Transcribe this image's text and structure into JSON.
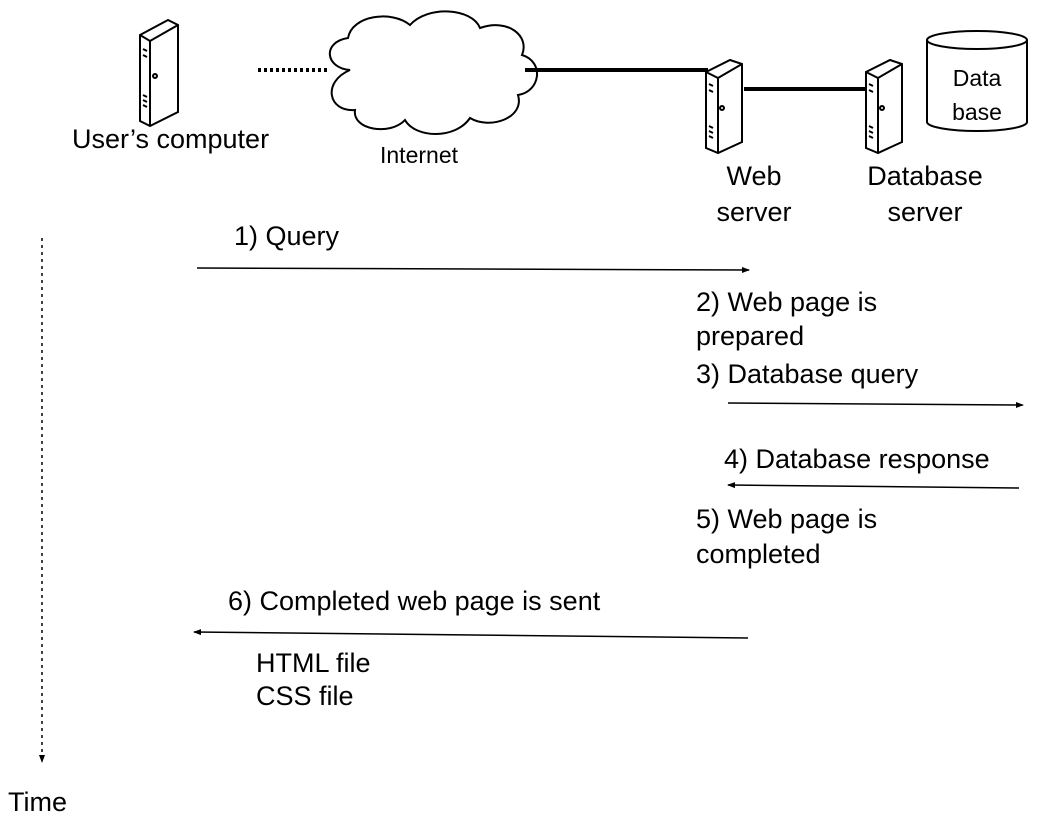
{
  "nodes": {
    "user_computer": {
      "label": "User’s computer"
    },
    "internet": {
      "label": "Internet"
    },
    "web_server": {
      "label_line1": "Web",
      "label_line2": "server"
    },
    "database_server": {
      "label_line1": "Database",
      "label_line2": "server"
    },
    "database": {
      "label_line1": "Data",
      "label_line2": "base"
    }
  },
  "steps": [
    {
      "text": "1) Query"
    },
    {
      "text_line1": "2) Web page is",
      "text_line2": "prepared"
    },
    {
      "text": "3) Database query"
    },
    {
      "text": "4) Database response"
    },
    {
      "text_line1": "5) Web page is",
      "text_line2": "completed"
    },
    {
      "text": "6) Completed web page is sent",
      "files": [
        "HTML file",
        "CSS file"
      ]
    }
  ],
  "time_axis": {
    "label": "Time"
  },
  "colors": {
    "ink": "#000000",
    "background": "#ffffff"
  }
}
